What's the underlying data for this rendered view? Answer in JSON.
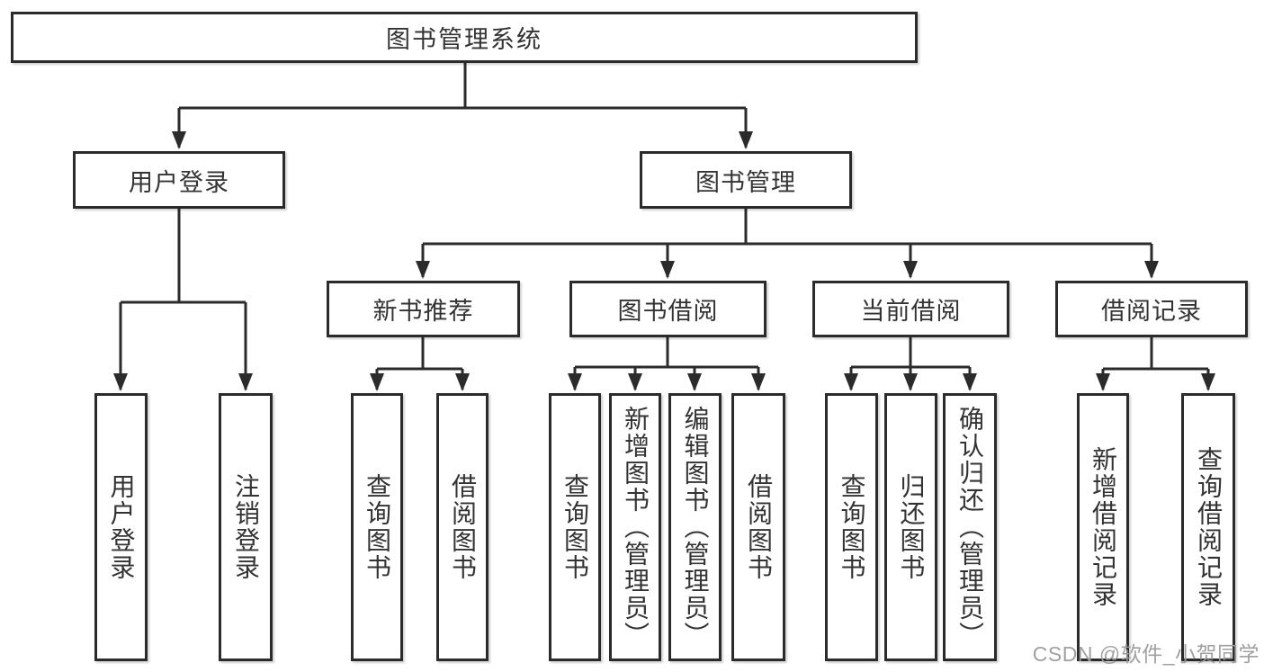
{
  "tree": {
    "root": {
      "label": "图书管理系统"
    },
    "branches": [
      {
        "label": "用户登录",
        "children": [
          {
            "label": "用户登录"
          },
          {
            "label": "注销登录"
          }
        ]
      },
      {
        "label": "图书管理",
        "children": [
          {
            "label": "新书推荐",
            "children": [
              {
                "label": "查询图书"
              },
              {
                "label": "借阅图书"
              }
            ]
          },
          {
            "label": "图书借阅",
            "children": [
              {
                "label": "查询图书"
              },
              {
                "label": "新增图书（管理员）"
              },
              {
                "label": "编辑图书（管理员）"
              },
              {
                "label": "借阅图书"
              }
            ]
          },
          {
            "label": "当前借阅",
            "children": [
              {
                "label": "查询图书"
              },
              {
                "label": "归还图书"
              },
              {
                "label": "确认归还（管理员）"
              }
            ]
          },
          {
            "label": "借阅记录",
            "children": [
              {
                "label": "新增借阅记录"
              },
              {
                "label": "查询借阅记录"
              }
            ]
          }
        ]
      }
    ]
  },
  "watermark": {
    "label": "CSDN @软件_小贺同学"
  },
  "colors": {
    "line": "#2b2b2b",
    "text": "#333333",
    "watermark": "#9b9b9b",
    "background": "#ffffff"
  }
}
